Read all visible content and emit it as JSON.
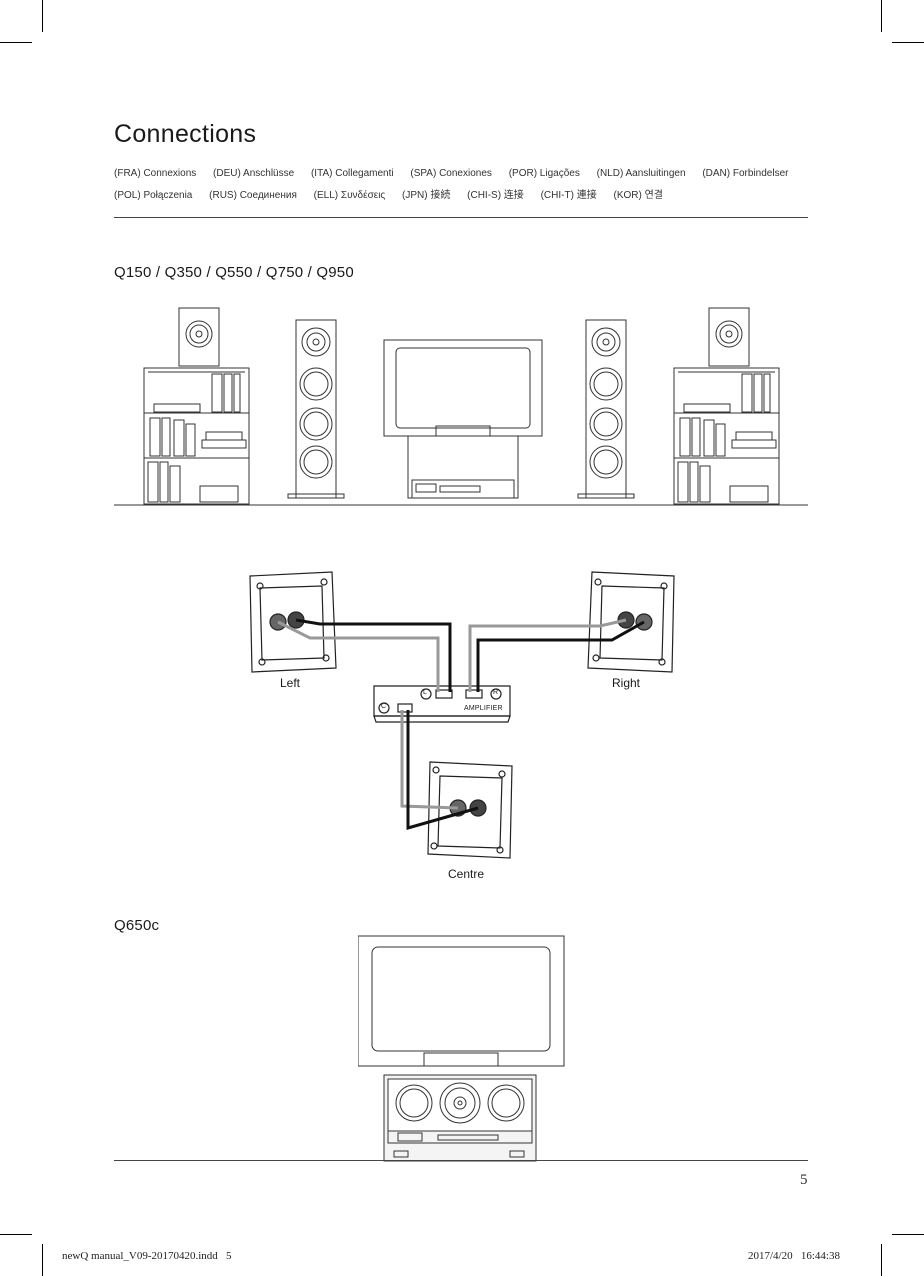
{
  "title": "Connections",
  "languages": [
    [
      "(FRA) Connexions",
      "(DEU) Anschlüsse",
      "(ITA) Collegamenti",
      "(SPA) Conexiones",
      "(POR) Ligações",
      "(NLD) Aansluitingen",
      "(DAN) Forbindelser"
    ],
    [
      "(POL) Połączenia",
      "(RUS) Соединения",
      "(ELL) Συνδέσεις",
      "(JPN) 接続",
      "(CHI-S) 连接",
      "(CHI-T) 連接",
      "(KOR) 연결"
    ]
  ],
  "section1": {
    "heading": "Q150 / Q350 / Q550 / Q750 / Q950"
  },
  "wiring": {
    "left_label": "Left",
    "right_label": "Right",
    "centre_label": "Centre",
    "amp_label": "AMPLIFIER",
    "amp_l": "L",
    "amp_r": "R",
    "amp_c": "C"
  },
  "section2": {
    "heading": "Q650c"
  },
  "page_number": "5",
  "slug": {
    "file": "newQ manual_V09-20170420.indd   5",
    "timestamp": "2017/4/20   16:44:38"
  }
}
